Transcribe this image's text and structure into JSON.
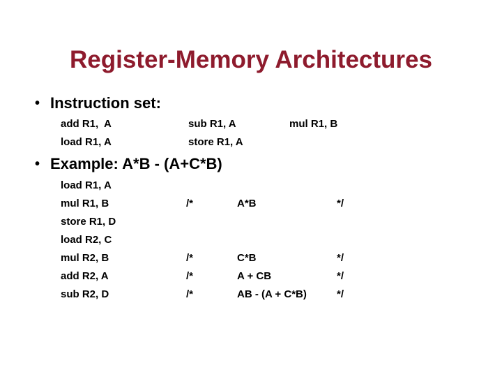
{
  "title": "Register-Memory Architectures",
  "title_color": "#8E1B2D",
  "bullet_char": "•",
  "sections": {
    "instruction_set": {
      "heading": "Instruction set:",
      "rows": [
        [
          "add R1,  A",
          "sub R1, A",
          "mul R1, B"
        ],
        [
          "load R1, A",
          "store R1, A",
          ""
        ]
      ]
    },
    "example": {
      "heading": "Example: A*B - (A+C*B)",
      "code": [
        {
          "instr": "load R1, A",
          "open": "",
          "expr": "",
          "close": ""
        },
        {
          "instr": "mul R1, B",
          "open": "/*",
          "expr": "A*B",
          "close": "*/"
        },
        {
          "instr": "store R1, D",
          "open": "",
          "expr": "",
          "close": ""
        },
        {
          "instr": "load R2, C",
          "open": "",
          "expr": "",
          "close": ""
        },
        {
          "instr": "mul R2, B",
          "open": "/*",
          "expr": "C*B",
          "close": "*/"
        },
        {
          "instr": "add R2, A",
          "open": "/*",
          "expr": "A + CB",
          "close": "*/"
        },
        {
          "instr": "sub R2, D",
          "open": "/*",
          "expr": "AB - (A + C*B)",
          "close": "*/"
        }
      ]
    }
  }
}
